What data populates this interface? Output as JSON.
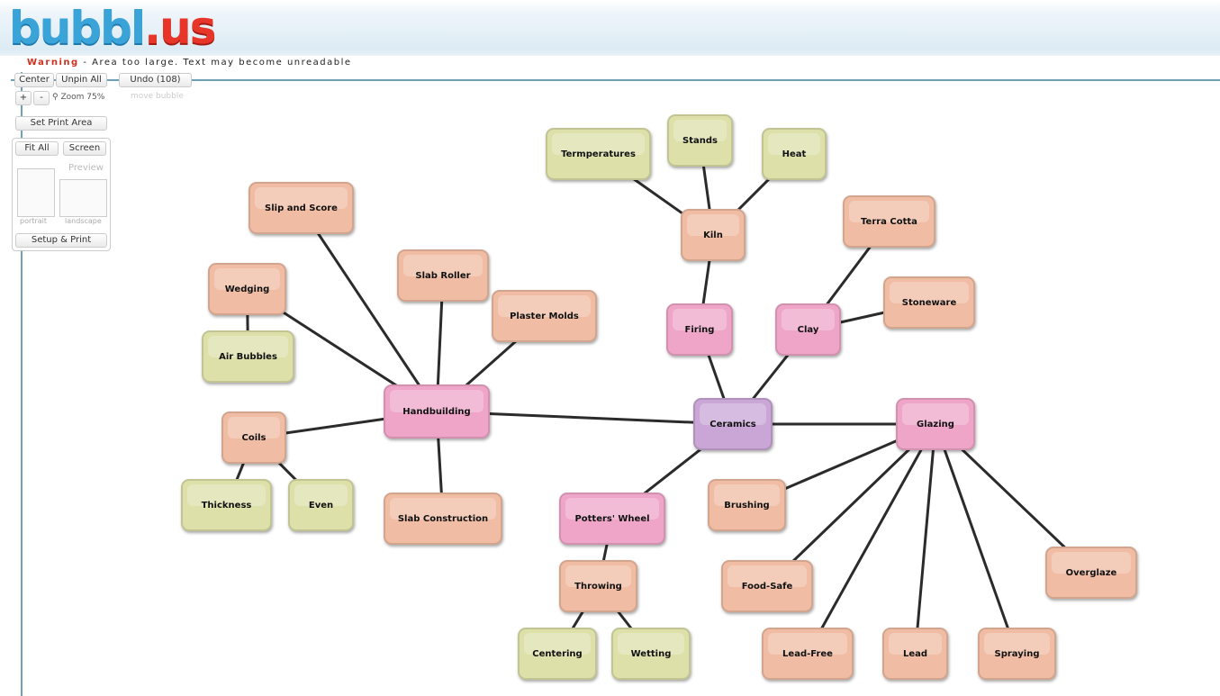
{
  "app": {
    "logo_main": "bubbl",
    "logo_suffix": ".us"
  },
  "warning": {
    "label": "Warning",
    "text": " - Area too large. Text may become unreadable"
  },
  "toolbar": {
    "center": "Center",
    "unpin_all": "Unpin All",
    "undo": "Undo (108)",
    "undo_hint": "move bubble",
    "zoom_in": "+",
    "zoom_out": "-",
    "zoom_label": "Zoom 75%",
    "set_print_area": "Set Print Area",
    "fit_all": "Fit All",
    "screen": "Screen",
    "preview": "Preview",
    "portrait": "portrait",
    "landscape": "landscape",
    "setup_print": "Setup & Print"
  },
  "colors": {
    "purple": "#c9a6d6",
    "pink": "#eea5c8",
    "salmon": "#f0bca3",
    "green": "#dde0a8"
  },
  "nodes": [
    {
      "id": "ceramics",
      "label": "Ceramics",
      "color": "purple"
    },
    {
      "id": "glazing",
      "label": "Glazing",
      "color": "pink"
    },
    {
      "id": "handbuilding",
      "label": "Handbuilding",
      "color": "pink"
    },
    {
      "id": "firing",
      "label": "Firing",
      "color": "pink"
    },
    {
      "id": "clay",
      "label": "Clay",
      "color": "pink"
    },
    {
      "id": "kiln",
      "label": "Kiln",
      "color": "salmon"
    },
    {
      "id": "temps",
      "label": "Termperatures",
      "color": "green"
    },
    {
      "id": "stands",
      "label": "Stands",
      "color": "green"
    },
    {
      "id": "heat",
      "label": "Heat",
      "color": "green"
    },
    {
      "id": "terracotta",
      "label": "Terra Cotta",
      "color": "salmon"
    },
    {
      "id": "stoneware",
      "label": "Stoneware",
      "color": "salmon"
    },
    {
      "id": "slip",
      "label": "Slip and Score",
      "color": "salmon"
    },
    {
      "id": "wedging",
      "label": "Wedging",
      "color": "salmon"
    },
    {
      "id": "airbubbles",
      "label": "Air Bubbles",
      "color": "green"
    },
    {
      "id": "slabroller",
      "label": "Slab Roller",
      "color": "salmon"
    },
    {
      "id": "plaster",
      "label": "Plaster Molds",
      "color": "salmon"
    },
    {
      "id": "coils",
      "label": "Coils",
      "color": "salmon"
    },
    {
      "id": "thickness",
      "label": "Thickness",
      "color": "green"
    },
    {
      "id": "even",
      "label": "Even",
      "color": "green"
    },
    {
      "id": "slabcon",
      "label": "Slab Construction",
      "color": "salmon"
    },
    {
      "id": "wheel",
      "label": "Potters' Wheel",
      "color": "pink"
    },
    {
      "id": "throwing",
      "label": "Throwing",
      "color": "salmon"
    },
    {
      "id": "centering",
      "label": "Centering",
      "color": "green"
    },
    {
      "id": "wetting",
      "label": "Wetting",
      "color": "green"
    },
    {
      "id": "brushing",
      "label": "Brushing",
      "color": "salmon"
    },
    {
      "id": "foodsafe",
      "label": "Food-Safe",
      "color": "salmon"
    },
    {
      "id": "leadfree",
      "label": "Lead-Free",
      "color": "salmon"
    },
    {
      "id": "lead",
      "label": "Lead",
      "color": "salmon"
    },
    {
      "id": "spraying",
      "label": "Spraying",
      "color": "salmon"
    },
    {
      "id": "overglaze",
      "label": "Overglaze",
      "color": "salmon"
    }
  ],
  "edges": [
    [
      "ceramics",
      "handbuilding"
    ],
    [
      "ceramics",
      "glazing"
    ],
    [
      "ceramics",
      "firing"
    ],
    [
      "ceramics",
      "clay"
    ],
    [
      "ceramics",
      "wheel"
    ],
    [
      "firing",
      "kiln"
    ],
    [
      "kiln",
      "temps"
    ],
    [
      "kiln",
      "stands"
    ],
    [
      "kiln",
      "heat"
    ],
    [
      "clay",
      "terracotta"
    ],
    [
      "clay",
      "stoneware"
    ],
    [
      "handbuilding",
      "slip"
    ],
    [
      "handbuilding",
      "wedging"
    ],
    [
      "wedging",
      "airbubbles"
    ],
    [
      "handbuilding",
      "slabroller"
    ],
    [
      "handbuilding",
      "plaster"
    ],
    [
      "handbuilding",
      "coils"
    ],
    [
      "coils",
      "thickness"
    ],
    [
      "coils",
      "even"
    ],
    [
      "handbuilding",
      "slabcon"
    ],
    [
      "wheel",
      "throwing"
    ],
    [
      "throwing",
      "centering"
    ],
    [
      "throwing",
      "wetting"
    ],
    [
      "glazing",
      "brushing"
    ],
    [
      "glazing",
      "foodsafe"
    ],
    [
      "glazing",
      "leadfree"
    ],
    [
      "glazing",
      "lead"
    ],
    [
      "glazing",
      "spraying"
    ],
    [
      "glazing",
      "overglaze"
    ]
  ]
}
